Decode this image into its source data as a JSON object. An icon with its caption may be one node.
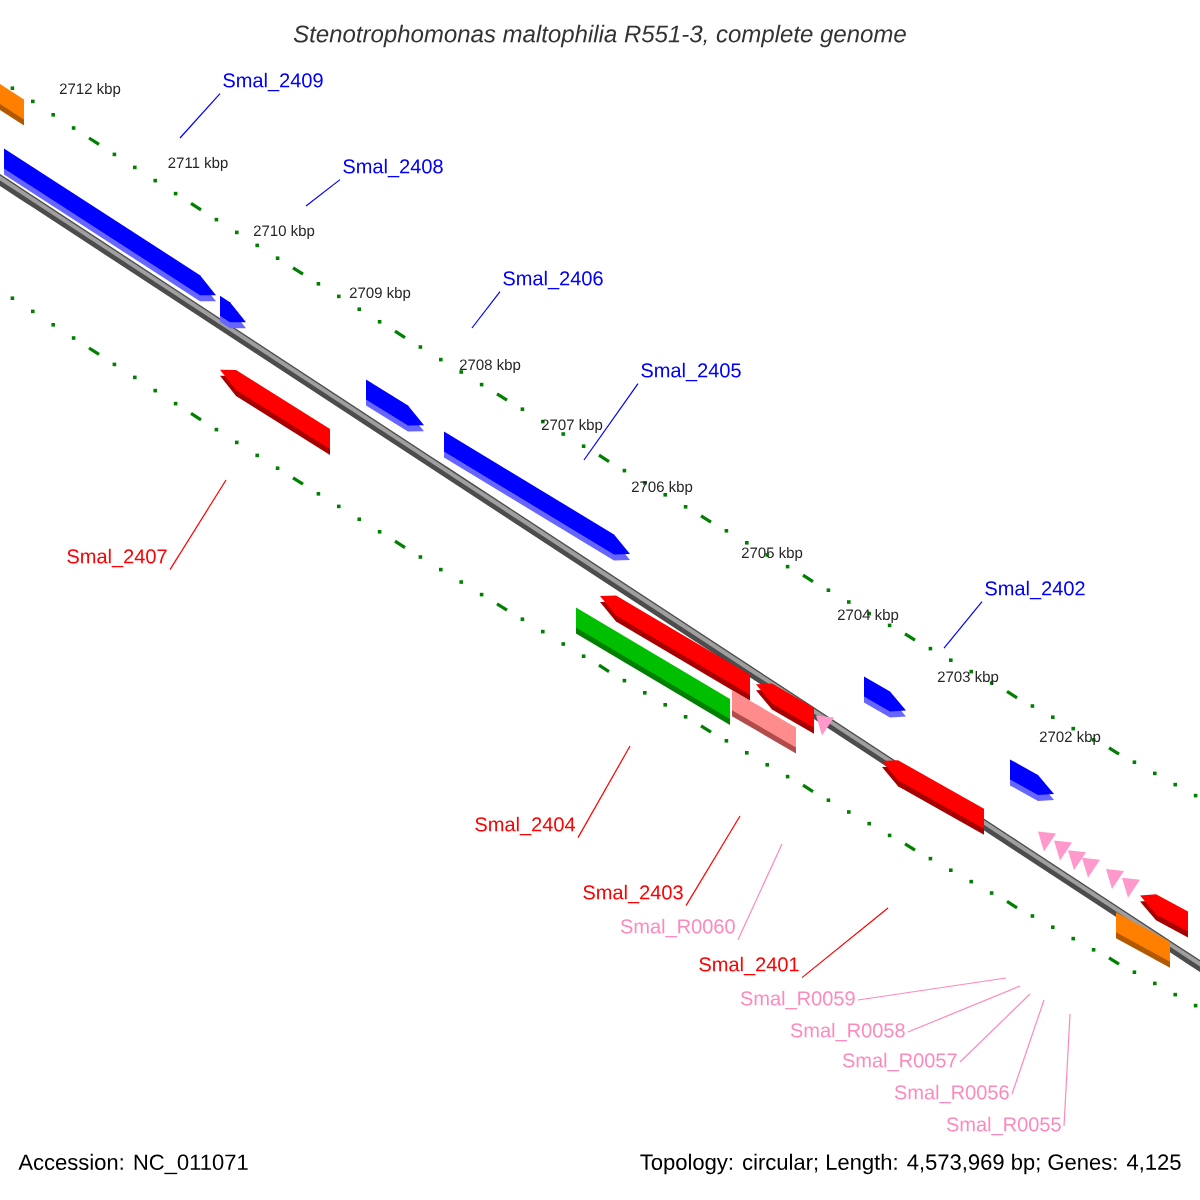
{
  "diagram": {
    "title": "Stenotrophomonas maltophilia R551-3, complete genome",
    "nodes": [
      {
        "text": [
          "Smal_2409"
        ]
      },
      {
        "text": [
          "Smal_2408"
        ]
      },
      {
        "text": [
          "Smal_2406"
        ]
      },
      {
        "text": [
          "Smal_2405"
        ]
      },
      {
        "text": [
          "Smal_2402"
        ]
      },
      {
        "text": [
          "Smal_2407"
        ]
      },
      {
        "text": [
          "Smal_2404"
        ]
      },
      {
        "text": [
          "Smal_2403"
        ]
      },
      {
        "text": [
          "Smal_R0060"
        ]
      },
      {
        "text": [
          "Smal_2401"
        ]
      },
      {
        "text": [
          "Smal_R0059"
        ]
      },
      {
        "text": [
          "Smal_R0058"
        ]
      },
      {
        "text": [
          "Smal_R0057"
        ]
      },
      {
        "text": [
          "Smal_R0056"
        ]
      },
      {
        "text": [
          "Smal_R0055"
        ]
      }
    ],
    "edges": [
      {
        "from": 0,
        "to": null,
        "arrow": "none",
        "color": "#0000ff"
      },
      {
        "from": 1,
        "to": null,
        "arrow": "none",
        "color": "#0000ff"
      },
      {
        "from": 2,
        "to": null,
        "arrow": "none",
        "color": "#0000ff"
      },
      {
        "from": 3,
        "to": null,
        "arrow": "none",
        "color": "#0000ff"
      },
      {
        "from": 4,
        "to": null,
        "arrow": "none",
        "color": "#0000ff"
      },
      {
        "from": 5,
        "to": null,
        "arrow": "none",
        "color": "#ff0000"
      },
      {
        "from": 6,
        "to": null,
        "arrow": "none",
        "color": "#ff0000"
      },
      {
        "from": 7,
        "to": null,
        "arrow": "none",
        "color": "#ff0000"
      },
      {
        "from": 8,
        "to": null,
        "arrow": "none"
      },
      {
        "from": 9,
        "to": null,
        "arrow": "none",
        "color": "#ff0000"
      },
      {
        "from": 10,
        "to": null,
        "arrow": "none"
      },
      {
        "from": 11,
        "to": null,
        "arrow": "none"
      },
      {
        "from": 12,
        "to": null,
        "arrow": "none"
      },
      {
        "from": 13,
        "to": null,
        "arrow": "none"
      },
      {
        "from": 14,
        "to": null,
        "arrow": "none"
      }
    ],
    "labels": [
      "2712 kbp",
      "2711 kbp",
      "2710 kbp",
      "2709 kbp",
      "2708 kbp",
      "2707 kbp",
      "2706 kbp",
      "2705 kbp",
      "2704 kbp",
      "2703 kbp",
      "2702 kbp",
      "Accession: NC_011071",
      "Topology: circular; Length: 4,573,969 bp; Genes: 4,125"
    ]
  }
}
